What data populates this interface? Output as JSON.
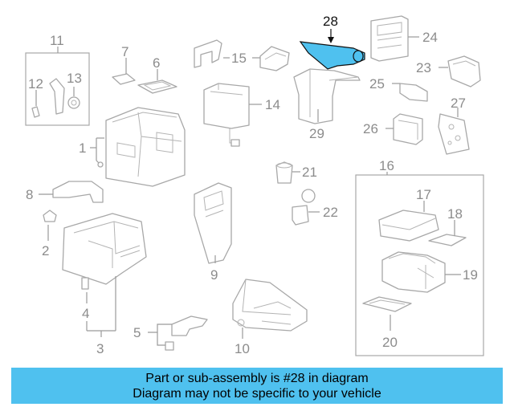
{
  "diagram": {
    "highlight_color": "#4fc1ef",
    "highlighted_part": "28",
    "callouts": {
      "c1": "1",
      "c2": "2",
      "c3": "3",
      "c4": "4",
      "c5": "5",
      "c6": "6",
      "c7": "7",
      "c8": "8",
      "c9": "9",
      "c10": "10",
      "c11": "11",
      "c12": "12",
      "c13": "13",
      "c14": "14",
      "c15": "15",
      "c16": "16",
      "c17": "17",
      "c18": "18",
      "c19": "19",
      "c20": "20",
      "c21": "21",
      "c22": "22",
      "c23": "23",
      "c24": "24",
      "c25": "25",
      "c26": "26",
      "c27": "27",
      "c28": "28",
      "c29": "29"
    }
  },
  "banner": {
    "line1": "Part or sub-assembly is #28 in diagram",
    "line2": "Diagram may not be specific to your vehicle",
    "background": "#4fc1ef"
  }
}
